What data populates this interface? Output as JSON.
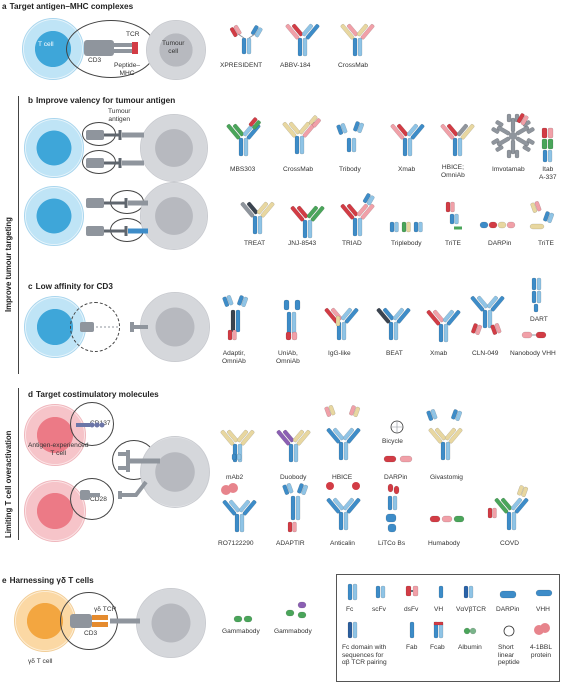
{
  "colors": {
    "blue": "#3d8cc8",
    "light_blue": "#8fc4e6",
    "red": "#d23c45",
    "pink": "#f1a0a8",
    "yellow": "#e8d7a0",
    "green": "#4aa55a",
    "purple": "#8b5fb3",
    "grey": "#8f959d",
    "dark": "#3b4450"
  },
  "side_labels": {
    "top": "Improve tumour targeting",
    "bottom": "Limiting T cell overactivation"
  },
  "section_a": {
    "letter": "a",
    "title": "Target antigen–MHC complexes",
    "cell_t": "T cell",
    "cell_tumour": "Tumour\ncell",
    "tcr": "TCR",
    "cd3": "CD3",
    "pmhc": "Peptide–\nMHC",
    "formats": [
      "XPRESIDENT",
      "ABBV-184",
      "CrossMab"
    ]
  },
  "section_b": {
    "letter": "b",
    "title": "Improve valency for tumour antigen",
    "tumour_antigen": "Tumour\nantigen",
    "row1": [
      "MBS303",
      "CrossMab",
      "Tribody",
      "Xmab",
      "HBICE;\nOmniAb",
      "Imvotamab",
      "Itab\nA-337"
    ],
    "row2": [
      "TREAT",
      "JNJ-8543",
      "TRIAD",
      "Triplebody",
      "TriTE",
      "DARPin",
      "TriTE"
    ]
  },
  "section_c": {
    "letter": "c",
    "title": "Low affinity for CD3",
    "formats": [
      "Adaptir,\nOmniAb",
      "UniAb,\nOmniAb",
      "IgG-like",
      "BEAT",
      "Xmab",
      "CLN-049",
      "DART",
      "Nanobody VHH"
    ]
  },
  "section_d": {
    "letter": "d",
    "title": "Target costimulatory molecules",
    "cd137": "CD137",
    "cd28": "CD28",
    "cell_label": "Antigen-experienced\nT cell",
    "row1": [
      "mAb2",
      "Duobody",
      "HBICE",
      "Bicycle",
      "DARPin",
      "Givastomig"
    ],
    "row2": [
      "RO7122290",
      "ADAPTIR",
      "Anticalin",
      "LiTCo Bs",
      "Humabody",
      "COVD"
    ]
  },
  "section_e": {
    "letter": "e",
    "title": "Harnessing γδ T cells",
    "tcr": "γδ TCR",
    "cd3": "CD3",
    "cell_label": "γδ T cell",
    "formats": [
      "Gammabody",
      "Gammabody"
    ]
  },
  "legend": {
    "items": [
      "Fc",
      "scFv",
      "dsFv",
      "VH",
      "VαVβTCR",
      "DARPin",
      "VHH",
      "Fc domain with\nsequences for\nαβ TCR pairing",
      "Fab",
      "Fcab",
      "Albumin",
      "Short\nlinear\npeptide",
      "4-1BBL\nprotein"
    ]
  }
}
